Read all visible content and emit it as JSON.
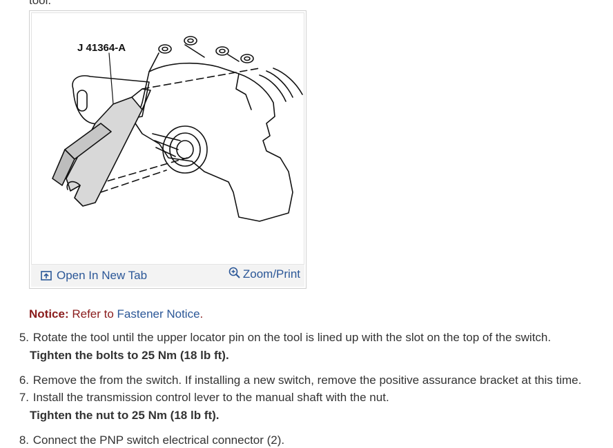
{
  "top_fragment": "tool.",
  "figure": {
    "callout": "J 41364-A",
    "open_tab_label": "Open In New Tab",
    "zoom_label": "Zoom/Print"
  },
  "notice": {
    "label": "Notice:",
    "text": " Refer to ",
    "link": "Fastener Notice",
    "end": "."
  },
  "steps": [
    {
      "num": "5.",
      "text": "Rotate the tool until the upper locator pin on the tool is lined up with the slot on the top of the switch.",
      "spec": "Tighten the bolts to 25 Nm (18 lb ft)."
    },
    {
      "num": "6.",
      "text": "Remove the from the switch. If installing a new switch, remove the positive assurance bracket at this time."
    },
    {
      "num": "7.",
      "text": "Install the transmission control lever to the manual shaft with the nut.",
      "spec": "Tighten the nut to 25 Nm (18 lb ft)."
    },
    {
      "num": "8.",
      "text": "Connect the PNP switch electrical connector (2)."
    }
  ],
  "colors": {
    "link": "#2b5797",
    "notice": "#8a1c1c",
    "text": "#333333"
  }
}
